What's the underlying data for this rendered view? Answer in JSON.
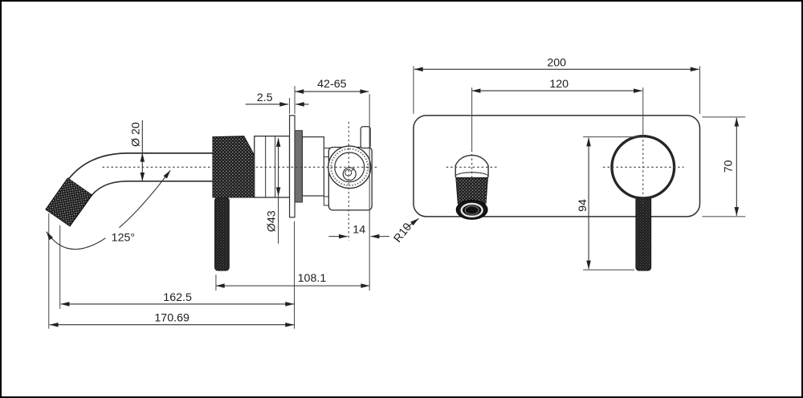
{
  "drawing": {
    "type": "technical-dimension-drawing",
    "subject": "wall-mounted basin mixer tap, side elevation and front elevation",
    "line_color": "#2f2f2f",
    "border_color": "#000000",
    "dims": {
      "spout_diameter": "Ø 20",
      "spout_angle": "125°",
      "plate_thickness": "2.5",
      "wall_depth_range": "42-65",
      "body_diameter": "Ø43",
      "valve_offset": "14",
      "body_length": "108.1",
      "spout_reach": "162.5",
      "overall_reach": "170.69",
      "plate_width": "200",
      "hole_centres": "120",
      "plate_height": "70",
      "handle_length": "94",
      "corner_radius": "R10"
    }
  }
}
